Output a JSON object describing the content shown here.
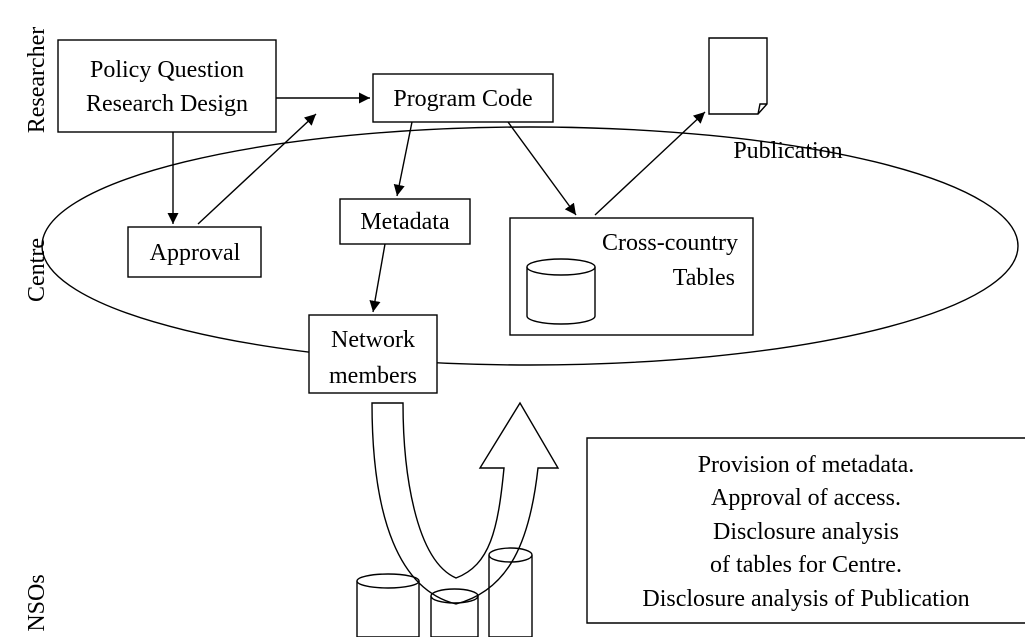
{
  "lanes": {
    "researcher": "Researcher",
    "centre": "Centre",
    "nsos": "NSOs"
  },
  "boxes": {
    "policy_line1": "Policy Question",
    "policy_line2": "Research Design",
    "program_code": "Program Code",
    "approval": "Approval",
    "metadata": "Metadata",
    "network_line1": "Network",
    "network_line2": "members",
    "tables_line1": "Cross-country",
    "tables_line2": "Tables"
  },
  "publication_label": "Publication",
  "notes": [
    "Provision of metadata.",
    "Approval of access.",
    "Disclosure analysis",
    "of tables for Centre.",
    "Disclosure analysis of Publication"
  ]
}
